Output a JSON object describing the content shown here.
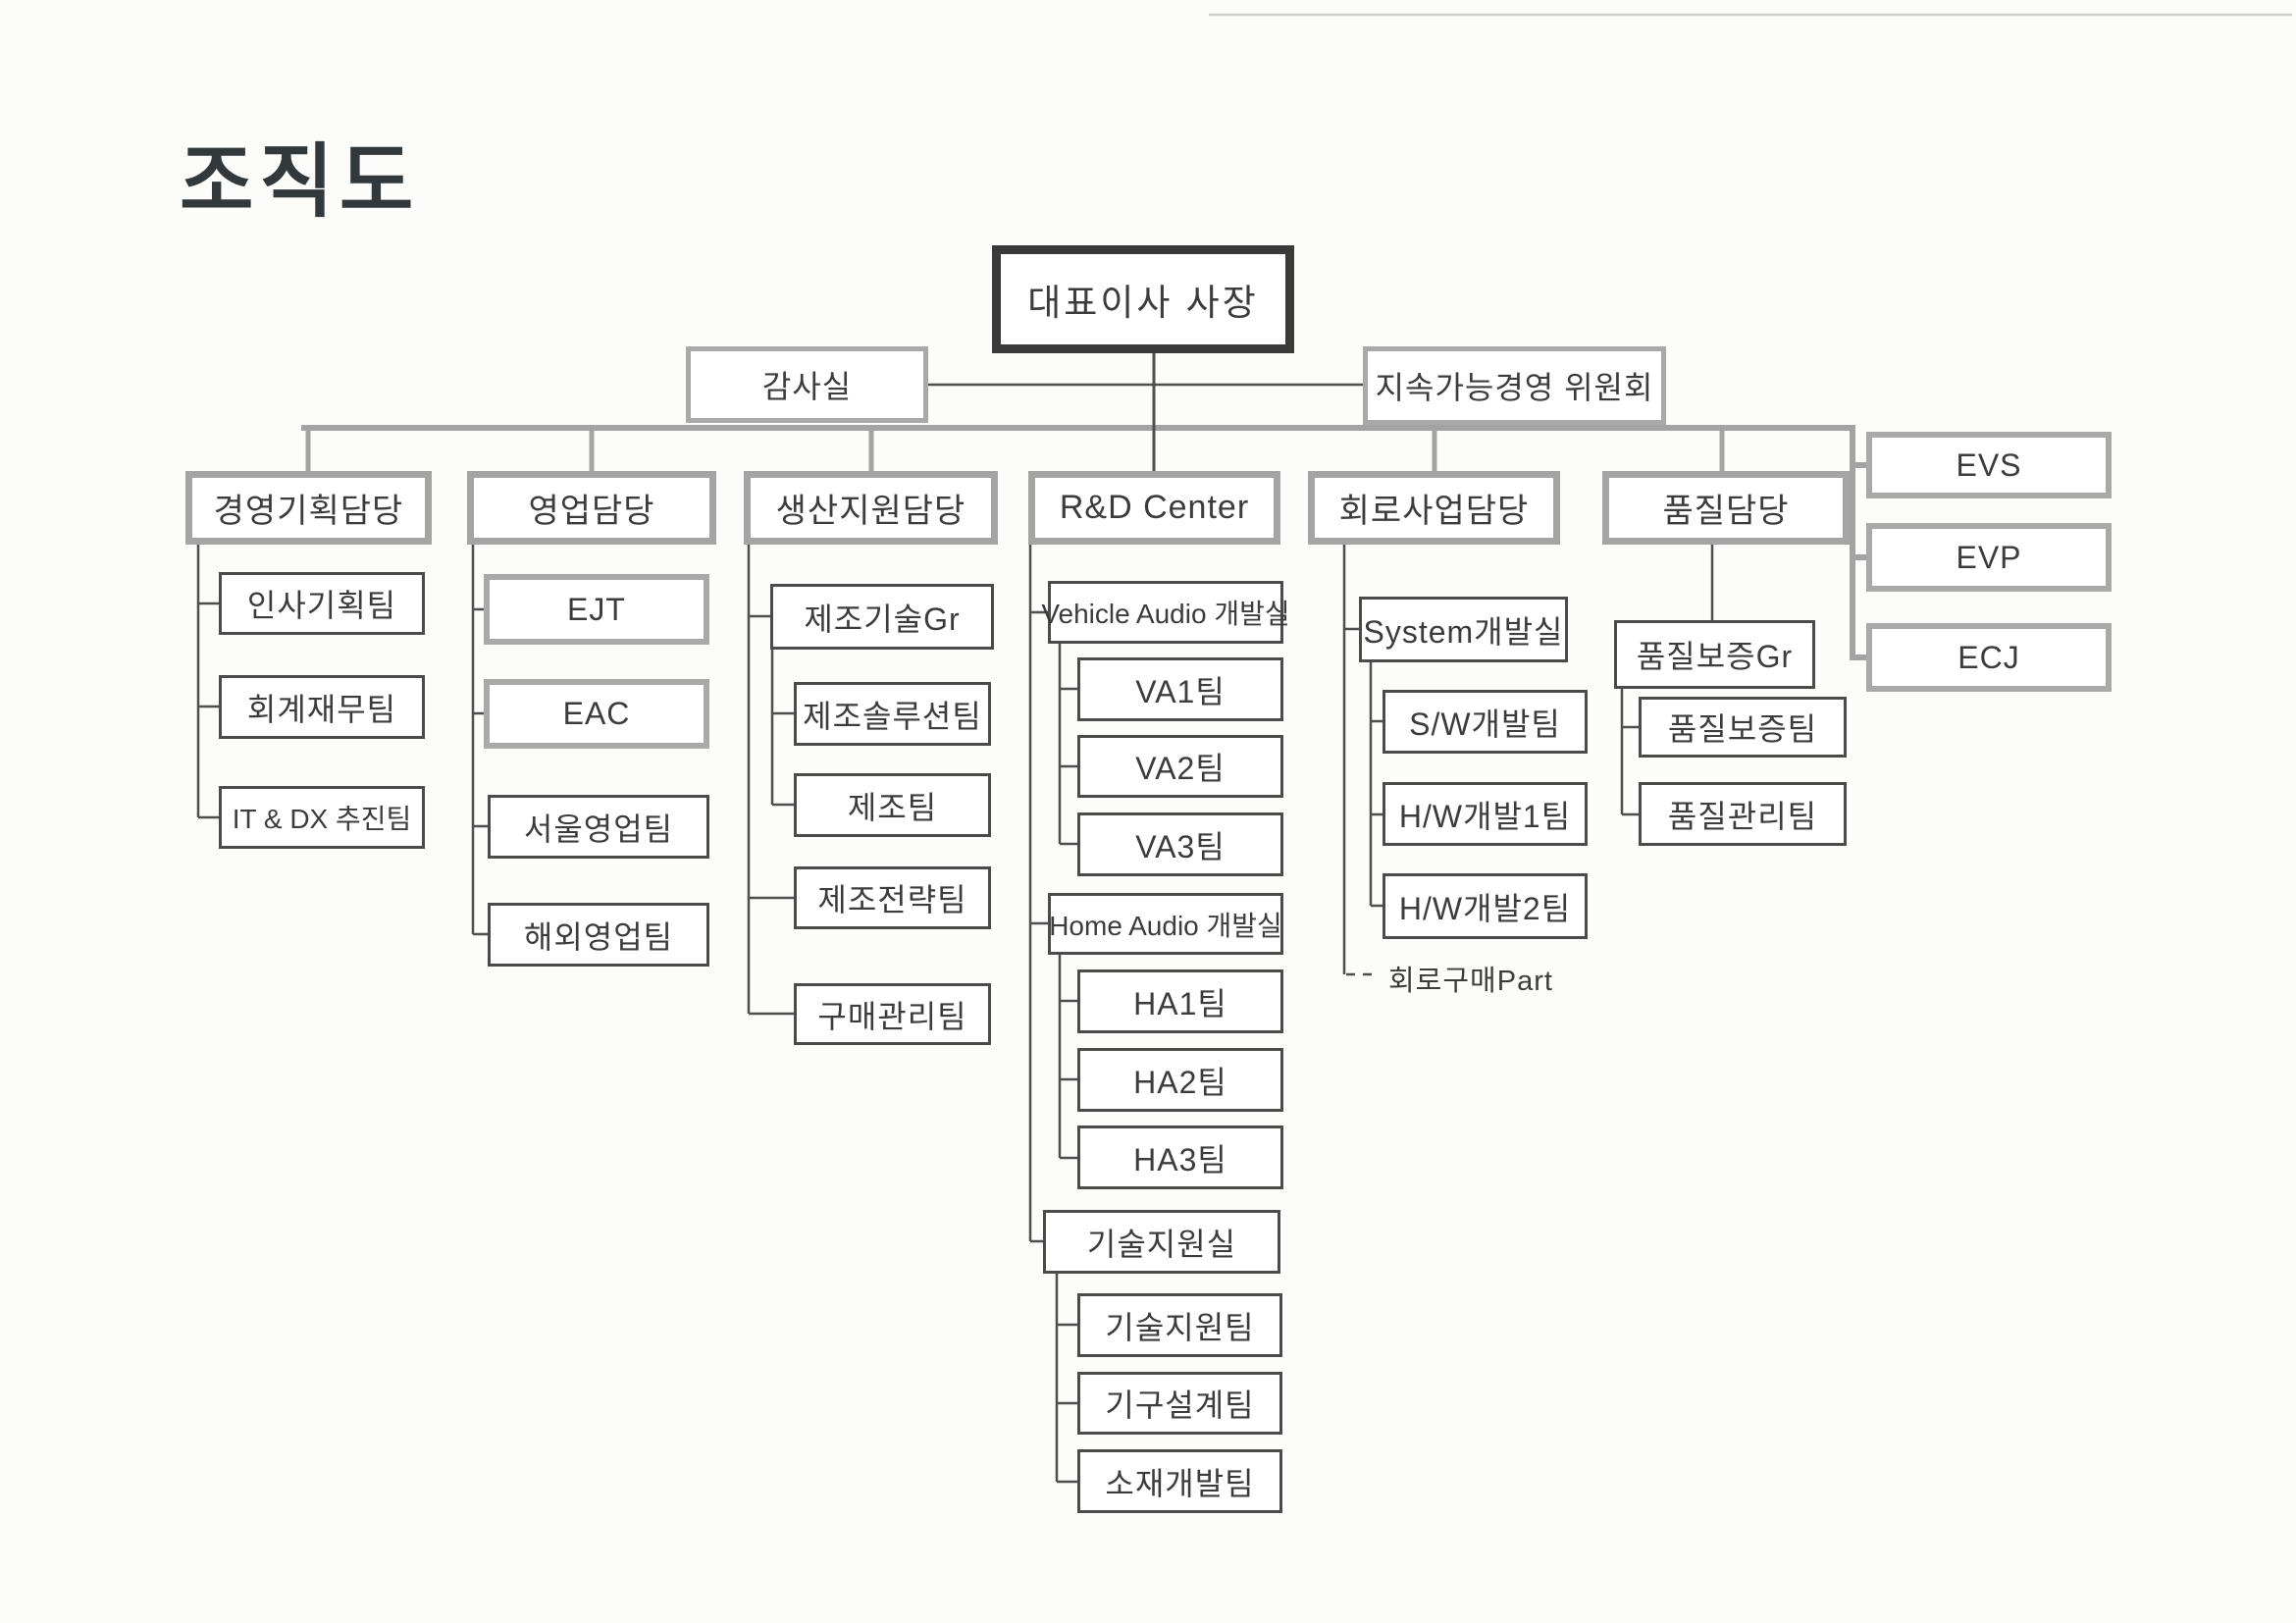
{
  "title": "조직도",
  "colors": {
    "line_dark": "#4f4f4f",
    "line_gray": "#a3a3a3",
    "border_dark": "#3a3a3a"
  },
  "ceo": {
    "label": "대표이사 사장"
  },
  "staff": {
    "audit": {
      "label": "감사실"
    },
    "sustainability": {
      "label": "지속가능경영 위원회"
    }
  },
  "affiliates": [
    {
      "label": "EVS"
    },
    {
      "label": "EVP"
    },
    {
      "label": "ECJ"
    }
  ],
  "divisions": {
    "planning": {
      "label": "경영기획담당",
      "teams": [
        "인사기획팀",
        "회계재무팀",
        "IT & DX 추진팀"
      ]
    },
    "sales": {
      "label": "영업담당",
      "subsidiaries": [
        "EJT",
        "EAC"
      ],
      "teams": [
        "서울영업팀",
        "해외영업팀"
      ]
    },
    "production": {
      "label": "생산지원담당",
      "group": {
        "label": "제조기술Gr",
        "teams": [
          "제조솔루션팀",
          "제조팀"
        ]
      },
      "teams": [
        "제조전략팀",
        "구매관리팀"
      ]
    },
    "rnd": {
      "label": "R&D Center",
      "offices": [
        {
          "label": "Vehicle Audio 개발실",
          "teams": [
            "VA1팀",
            "VA2팀",
            "VA3팀"
          ]
        },
        {
          "label": "Home Audio 개발실",
          "teams": [
            "HA1팀",
            "HA2팀",
            "HA3팀"
          ]
        },
        {
          "label": "기술지원실",
          "teams": [
            "기술지원팀",
            "기구설계팀",
            "소재개발팀"
          ]
        }
      ]
    },
    "circuit": {
      "label": "회로사업담당",
      "office": {
        "label": "System개발실",
        "teams": [
          "S/W개발팀",
          "H/W개발1팀",
          "H/W개발2팀"
        ]
      },
      "part": "회로구매Part"
    },
    "quality": {
      "label": "품질담당",
      "group": {
        "label": "품질보증Gr",
        "teams": [
          "품질보증팀",
          "품질관리팀"
        ]
      }
    }
  }
}
